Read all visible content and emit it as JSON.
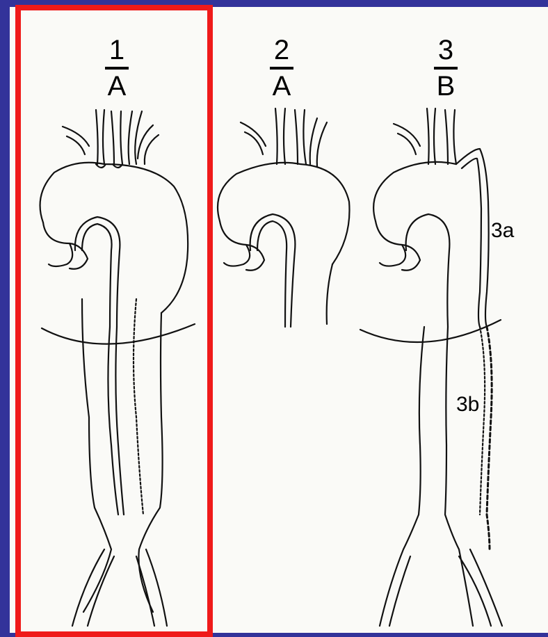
{
  "diagrams": [
    {
      "id": "type-1",
      "numerator": "1",
      "denominator": "A"
    },
    {
      "id": "type-2",
      "numerator": "2",
      "denominator": "A"
    },
    {
      "id": "type-3",
      "numerator": "3",
      "denominator": "B"
    }
  ],
  "labels": {
    "segment_3a": "3a",
    "segment_3b": "3b"
  },
  "highlight_color": "#ef1a1a",
  "background_color": "#33339a"
}
